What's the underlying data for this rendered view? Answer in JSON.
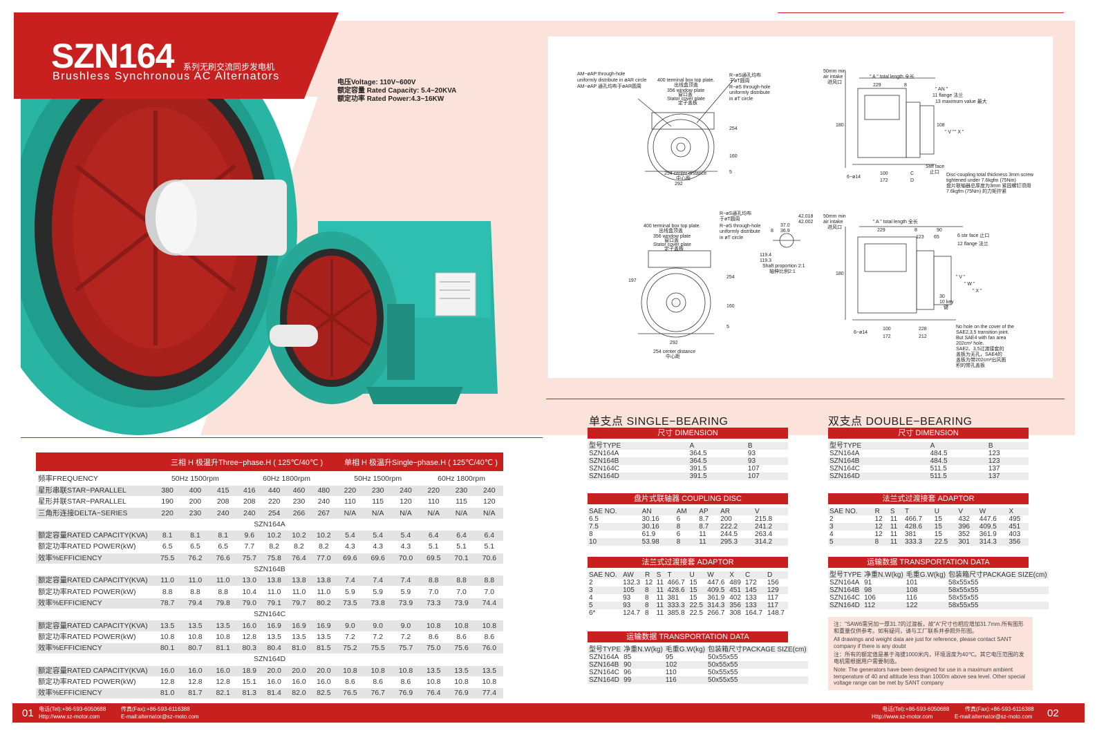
{
  "header": {
    "model": "SZN164",
    "series_cn": "系列无刷交流同步发电机",
    "series_en": "Brushless Synchronous AC Alternators",
    "specs": [
      "电压Voltage: 110V~600V",
      "额定容量 Rated Capacity: 5.4~20KVA",
      "额定功率 Rated Power:4.3~16KW"
    ]
  },
  "drawing_labels": {
    "d1_note1": "AM−øAP through-hole",
    "d1_note2": "uniformly distribute in øAR circle",
    "d1_note3": "AM−øAP 通孔均布于øAR圆周",
    "d1_tb": "400 terminal box top plate.",
    "d1_tb_cn": "出线盒顶盖",
    "d1_win": "356 window plate",
    "d1_win_cn": "窗口盖",
    "d1_stator": "Stator cover plate",
    "d1_stator_cn": "定子盖板",
    "d1_r1": "R−øS通孔均布",
    "d1_r2": "于øT圆周",
    "d1_r3": "R−øS through-hole",
    "d1_r4": "uniformly distribute",
    "d1_r5": "in øT circle",
    "d1_254": "254",
    "d1_160": "160",
    "d1_5": "5",
    "d1_254c": "254 center distance",
    "d1_254c_cn": "中心距",
    "d1_292": "292",
    "d2_air": "50mm min",
    "d2_air2": "air intake",
    "d2_air_cn": "进风口",
    "d2_a": "\" A \" total length 全长",
    "d2_229": "229",
    "d2_8": "8",
    "d2_an": "\" AN \"",
    "d2_11": "11 flange 法兰",
    "d2_13": "13 maximum value 最大",
    "d2_180": "180",
    "d2_108": "108",
    "d2_v": "\" V \"",
    "d2_x": "\" X \"",
    "d2_6": "6−ø14",
    "d2_100": "100",
    "d2_172": "172",
    "d2_c": "C",
    "d2_d": "D",
    "d2_sf": "Stiff face",
    "d2_sf_cn": "止口",
    "d2_dc1": "Disc-coupling total thickness 3mm screw",
    "d2_dc2": "tightened under 7.6kgfm (75Nm)",
    "d2_dc3": "盘片联轴器总厚度为3mm 紧固螺钉须用",
    "d2_dc4": "7.6kgfm (75Nm) 的力矩拧紧",
    "d3_r1": "R−øS通孔均布",
    "d3_r2": "于øT圆周",
    "d3_r3": "R−øS through-hole",
    "d3_r4": "uniformly distribute",
    "d3_r5": "in øT circle",
    "d3_37": "37.0",
    "d3_36": "36.9",
    "d3_8": "8",
    "d3_42": "42.018",
    "d3_42b": "42.002",
    "d3_119": "119.4",
    "d3_119b": "119.3",
    "d3_sp": "Shaft proportion 2:1",
    "d3_sp_cn": "轴伸比例2:1",
    "d3_tb": "400 terminal box top plate.",
    "d3_tb_cn": "出线盒顶盖",
    "d3_win": "356 window plate",
    "d3_win_cn": "窗口盖",
    "d3_stator": "Stator cover plate",
    "d3_stator_cn": "定子盖板",
    "d3_197": "197",
    "d3_254": "254",
    "d3_160": "160",
    "d3_5": "5",
    "d3_292": "292",
    "d3_254c": "254 center distance",
    "d3_254c_cn": "中心距",
    "d4_air": "50mm min",
    "d4_air2": "air intake",
    "d4_air_cn": "进风口",
    "d4_a": "\" A \" total length 全长",
    "d4_229": "229",
    "d4_8": "8",
    "d4_90": "90",
    "d4_123": "123",
    "d4_65": "65",
    "d4_6": "6 stir face 止口",
    "d4_12": "12 flange 法兰",
    "d4_180": "180",
    "d4_v": "\" V \"",
    "d4_w": "\" W \"",
    "d4_x": "\" X \"",
    "d4_30": "30",
    "d4_key": "10 key",
    "d4_key_cn": "键",
    "d4_6b": "6−ø14",
    "d4_100": "100",
    "d4_172": "172",
    "d4_228": "228",
    "d4_212": "212",
    "d4_n1": "No hole on the cover of the",
    "d4_n2": "SAE2,3,5 transition joint.",
    "d4_n3": "But SAE4 with fan area",
    "d4_n4": "202cm² hole.",
    "d4_n5": "SAE2、3,5过渡接套的",
    "d4_n6": "盖板为无孔，SAE4的",
    "d4_n7": "盖板为带202cm²出风面",
    "d4_n8": "积的带孔盖板"
  },
  "performance": {
    "head_three": "三相 H 极温升Three−phase.H ( 125℃/40℃ )",
    "head_single": "单相 H 极温升Single−phase.H ( 125℃/40℃ )",
    "freq_label": "频率FREQUENCY",
    "freq_cells": [
      "50Hz  1500rpm",
      "60Hz  1800rpm",
      "50Hz  1500rpm",
      "60Hz  1800rpm"
    ],
    "conn_rows": [
      {
        "label": "星形串联STAR−PARALLEL",
        "values": [
          "380",
          "400",
          "415",
          "416",
          "440",
          "460",
          "480",
          "220",
          "230",
          "240",
          "220",
          "230",
          "240"
        ]
      },
      {
        "label": "星形并联STAR−PARALLEL",
        "values": [
          "190",
          "200",
          "208",
          "208",
          "220",
          "230",
          "240",
          "110",
          "115",
          "120",
          "110",
          "115",
          "120"
        ]
      },
      {
        "label": "三角形连接DELTA−SERIES",
        "values": [
          "220",
          "230",
          "240",
          "240",
          "254",
          "266",
          "267",
          "N/A",
          "N/A",
          "N/A",
          "N/A",
          "N/A",
          "N/A"
        ]
      }
    ],
    "models": [
      {
        "name": "SZN164A",
        "rows": [
          {
            "label": "额定容量RATED CAPACITY(KVA)",
            "values": [
              "8.1",
              "8.1",
              "8.1",
              "9.6",
              "10.2",
              "10.2",
              "10.2",
              "5.4",
              "5.4",
              "5.4",
              "6.4",
              "6.4",
              "6.4"
            ]
          },
          {
            "label": "额定功率RATED POWER(kW)",
            "values": [
              "6.5",
              "6.5",
              "6.5",
              "7.7",
              "8.2",
              "8.2",
              "8.2",
              "4.3",
              "4.3",
              "4.3",
              "5.1",
              "5.1",
              "5.1"
            ]
          },
          {
            "label": "效率%EFFICIENCY",
            "values": [
              "75.5",
              "76.2",
              "76.6",
              "75.7",
              "75.8",
              "76.4",
              "77.0",
              "69.6",
              "69.6",
              "70.0",
              "69.5",
              "70.1",
              "70.6"
            ]
          }
        ]
      },
      {
        "name": "SZN164B",
        "rows": [
          {
            "label": "额定容量RATED CAPACITY(KVA)",
            "values": [
              "11.0",
              "11.0",
              "11.0",
              "13.0",
              "13.8",
              "13.8",
              "13.8",
              "7.4",
              "7.4",
              "7.4",
              "8.8",
              "8.8",
              "8.8"
            ]
          },
          {
            "label": "额定功率RATED POWER(kW)",
            "values": [
              "8.8",
              "8.8",
              "8.8",
              "10.4",
              "11.0",
              "11.0",
              "11.0",
              "5.9",
              "5.9",
              "5.9",
              "7.0",
              "7.0",
              "7.0"
            ]
          },
          {
            "label": "效率%EFFICIENCY",
            "values": [
              "78.7",
              "79.4",
              "79.8",
              "79.0",
              "79.1",
              "79.7",
              "80.2",
              "73.5",
              "73.8",
              "73.9",
              "73.3",
              "73.9",
              "74.4"
            ]
          }
        ]
      },
      {
        "name": "SZN164C",
        "rows": [
          {
            "label": "额定容量RATED CAPACITY(KVA)",
            "values": [
              "13.5",
              "13.5",
              "13.5",
              "16.0",
              "16.9",
              "16.9",
              "16.9",
              "9.0",
              "9.0",
              "9.0",
              "10.8",
              "10.8",
              "10.8"
            ]
          },
          {
            "label": "额定功率RATED POWER(kW)",
            "values": [
              "10.8",
              "10.8",
              "10.8",
              "12.8",
              "13.5",
              "13.5",
              "13.5",
              "7.2",
              "7.2",
              "7.2",
              "8.6",
              "8.6",
              "8.6"
            ]
          },
          {
            "label": "效率%EFFICIENCY",
            "values": [
              "80.1",
              "80.7",
              "81.1",
              "80.3",
              "80.4",
              "81.0",
              "81.5",
              "75.2",
              "75.5",
              "75.7",
              "75.0",
              "75.6",
              "76.0"
            ]
          }
        ]
      },
      {
        "name": "SZN164D",
        "rows": [
          {
            "label": "额定容量RATED CAPACITY(KVA)",
            "values": [
              "16.0",
              "16.0",
              "16.0",
              "18.9",
              "20.0",
              "20.0",
              "20.0",
              "10.8",
              "10.8",
              "10.8",
              "13.5",
              "13.5",
              "13.5"
            ]
          },
          {
            "label": "额定功率RATED POWER(kW)",
            "values": [
              "12.8",
              "12.8",
              "12.8",
              "15.1",
              "16.0",
              "16.0",
              "16.0",
              "8.6",
              "8.6",
              "8.6",
              "10.8",
              "10.8",
              "10.8"
            ]
          },
          {
            "label": "效率%EFFICIENCY",
            "values": [
              "81.0",
              "81.7",
              "82.1",
              "81.3",
              "81.4",
              "82.0",
              "82.5",
              "76.5",
              "76.7",
              "76.9",
              "76.4",
              "76.9",
              "77.4"
            ]
          }
        ]
      }
    ]
  },
  "single_bearing": {
    "title": "单支点 SINGLE−BEARING",
    "dimension": {
      "bar": "尺寸 DIMENSION",
      "header": [
        "型号TYPE",
        "A",
        "B"
      ],
      "rows": [
        [
          "SZN164A",
          "364.5",
          "93"
        ],
        [
          "SZN164B",
          "364.5",
          "93"
        ],
        [
          "SZN164C",
          "391.5",
          "107"
        ],
        [
          "SZN164D",
          "391.5",
          "107"
        ]
      ]
    },
    "coupling": {
      "bar": "盘片式联轴器 COUPLING DISC",
      "header": [
        "SAE NO.",
        "AN",
        "AM",
        "AP",
        "AR",
        "V"
      ],
      "rows": [
        [
          "6.5",
          "30.16",
          "6",
          "8.7",
          "200",
          "215.8"
        ],
        [
          "7.5",
          "30.16",
          "8",
          "8.7",
          "222.2",
          "241.2"
        ],
        [
          "8",
          "61.9",
          "6",
          "11",
          "244.5",
          "263.4"
        ],
        [
          "10",
          "53.98",
          "8",
          "11",
          "295.3",
          "314.2"
        ]
      ]
    },
    "adaptor": {
      "bar": "法兰式过渡接套 ADAPTOR",
      "header": [
        "SAE NO.",
        "AW",
        "R",
        "S",
        "T",
        "U",
        "W",
        "X",
        "C",
        "D"
      ],
      "rows": [
        [
          "2",
          "132.3",
          "12",
          "11",
          "466.7",
          "15",
          "447.6",
          "489",
          "172",
          "156"
        ],
        [
          "3",
          "105",
          "8",
          "11",
          "428.6",
          "15",
          "409.5",
          "451",
          "145",
          "129"
        ],
        [
          "4",
          "93",
          "8",
          "11",
          "381",
          "15",
          "361.9",
          "402",
          "133",
          "117"
        ],
        [
          "5",
          "93",
          "8",
          "11",
          "333.3",
          "22.5",
          "314.3",
          "356",
          "133",
          "117"
        ],
        [
          "6*",
          "124.7",
          "8",
          "11",
          "385.8",
          "22.5",
          "266.7",
          "308",
          "164.7",
          "148.7"
        ]
      ]
    },
    "transport": {
      "bar": "运输数据 TRANSPORTATION DATA",
      "header": [
        "型号TYPE",
        "净重N.W(kg)",
        "毛重G.W(kg)",
        "包装箱尺寸PACKAGE SIZE(cm)"
      ],
      "rows": [
        [
          "SZN164A",
          "85",
          "95",
          "50x55x55"
        ],
        [
          "SZN164B",
          "90",
          "102",
          "50x55x55"
        ],
        [
          "SZN164C",
          "96",
          "110",
          "50x55x55"
        ],
        [
          "SZN164D",
          "99",
          "116",
          "50x55x55"
        ]
      ]
    }
  },
  "double_bearing": {
    "title": "双支点 DOUBLE−BEARING",
    "dimension": {
      "bar": "尺寸 DIMENSION",
      "header": [
        "型号TYPE",
        "A",
        "B"
      ],
      "rows": [
        [
          "SZN164A",
          "484.5",
          "123"
        ],
        [
          "SZN164B",
          "484.5",
          "123"
        ],
        [
          "SZN164C",
          "511.5",
          "137"
        ],
        [
          "SZN164D",
          "511.5",
          "137"
        ]
      ]
    },
    "adaptor": {
      "bar": "法兰式过渡接套 ADAPTOR",
      "header": [
        "SAE NO.",
        "R",
        "S",
        "T",
        "U",
        "V",
        "W",
        "X"
      ],
      "rows": [
        [
          "2",
          "12",
          "11",
          "466.7",
          "15",
          "432",
          "447.6",
          "495"
        ],
        [
          "3",
          "12",
          "11",
          "428.6",
          "15",
          "396",
          "409.5",
          "451"
        ],
        [
          "4",
          "12",
          "11",
          "381",
          "15",
          "352",
          "361.9",
          "403"
        ],
        [
          "5",
          "8",
          "11",
          "333.3",
          "22.5",
          "301",
          "314.3",
          "356"
        ]
      ]
    },
    "transport": {
      "bar": "运输数据 TRANSPORTATION DATA",
      "header": [
        "型号TYPE",
        "净重N.W(kg)",
        "毛重G.W(kg)",
        "包装箱尺寸PACKAGE SIZE(cm)"
      ],
      "rows": [
        [
          "SZN164A",
          "91",
          "101",
          "58x55x55"
        ],
        [
          "SZN164B",
          "98",
          "108",
          "58x55x55"
        ],
        [
          "SZN164C",
          "106",
          "116",
          "58x55x55"
        ],
        [
          "SZN164D",
          "112",
          "122",
          "58x55x55"
        ]
      ]
    }
  },
  "notes": [
    "注：\"SAW6需另加一厚31.7的过渡板，故\"A\"尺寸也相应增加31.7mm.所有图形和重量仅供参考。如有疑问，请与工厂联系并参照外形图。",
    "All drawings and weight data are just for reference, please contact SANT company if there is any doubt",
    "注：所有的额定值是基于海拔1000米内，环境温度为40℃。其它电压范围的发电机需根据用户需要制造。",
    "Note: The generators have been designed for use in a maximum ambient temperature of 40    and altitude less than 1000m above sea level. Other special voltage range can be met by SANT company"
  ],
  "footer": {
    "page_left": "01",
    "page_right": "02",
    "tel": "电话(Tel):+86-593-6050688",
    "fax": "传真(Fax):+86-593-6116388",
    "web": "Http://www.sz-motor.com",
    "email": "E-mail:alternator@sz-moto.com"
  },
  "colors": {
    "brand_red": "#c8201f",
    "pink_bg": "#fbe3dc",
    "machine_teal": "#27b3a4",
    "rotor_red": "#a8201c"
  }
}
